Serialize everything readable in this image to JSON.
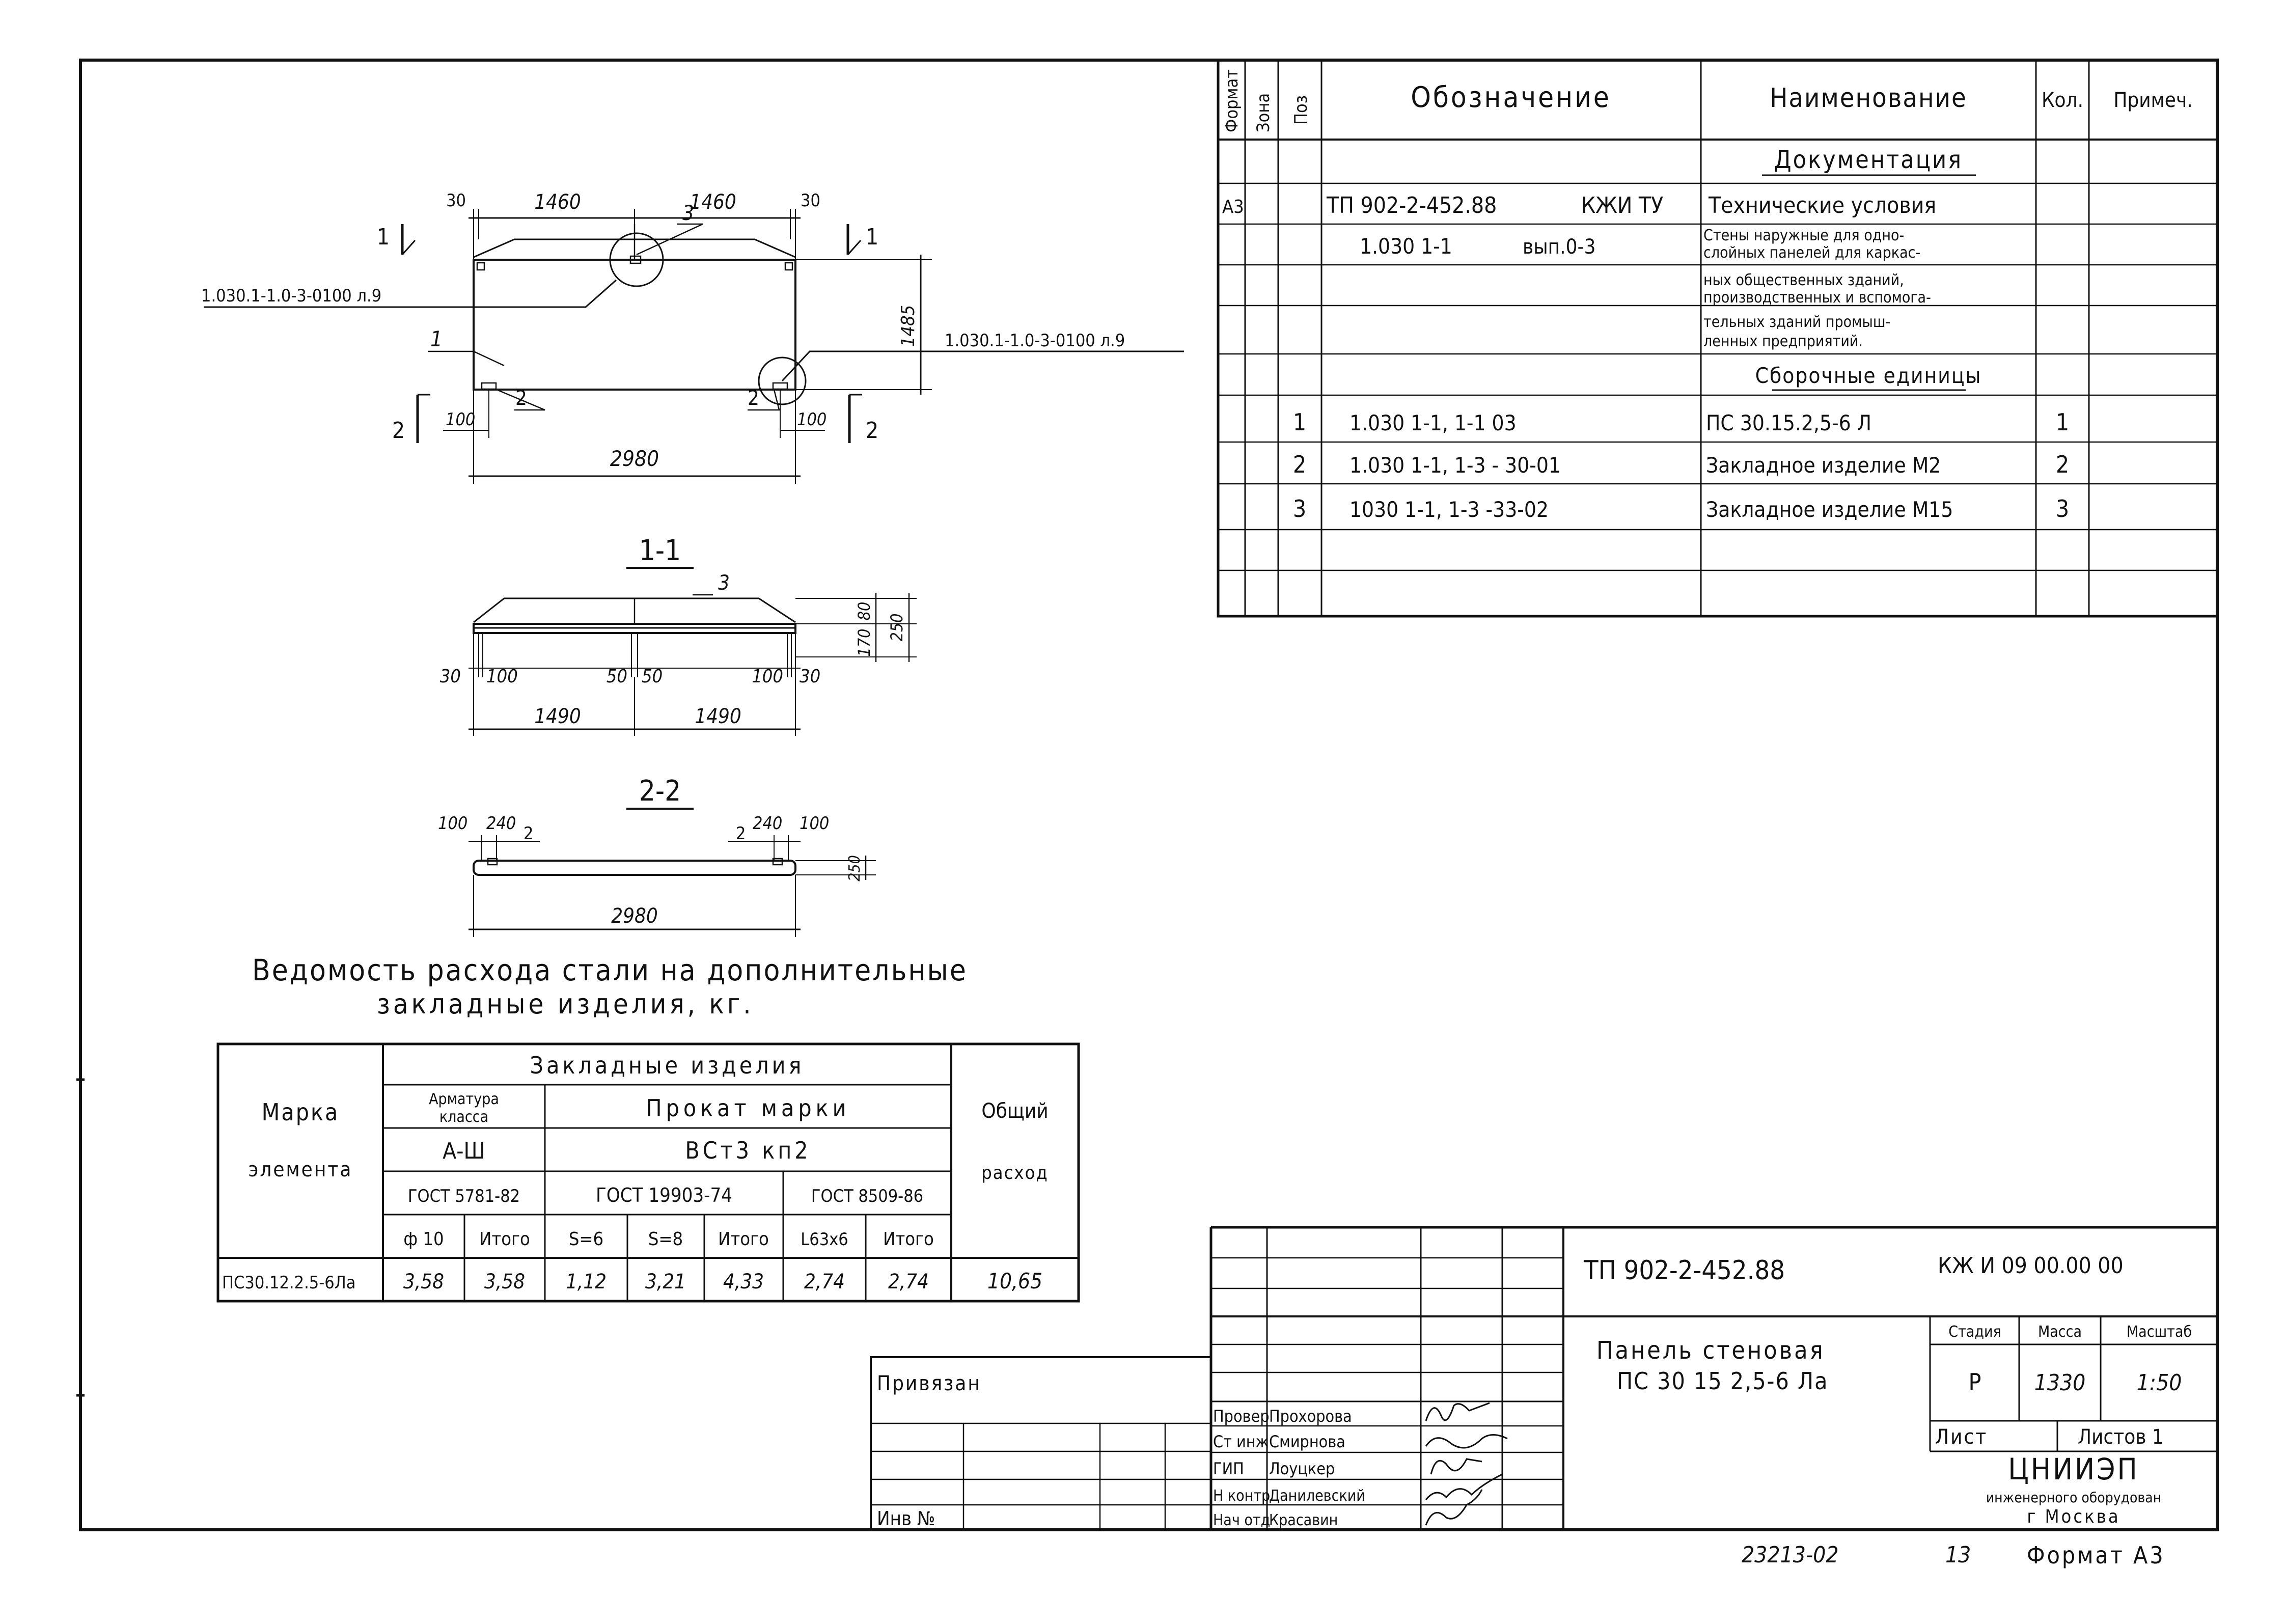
{
  "spec_table": {
    "headers": {
      "format": "Формат",
      "zone": "Зона",
      "pos": "Поз",
      "designation": "Обозначение",
      "name": "Наименование",
      "qty": "Кол.",
      "note": "Примеч."
    },
    "section_docs": "Документация",
    "doc_row": {
      "format": "А3",
      "designation": "ТП 902-2-452.88",
      "code": "КЖИ ТУ",
      "name": "Технические условия"
    },
    "doc_row2": {
      "designation": "1.030 1-1",
      "issue": "вып.0-3",
      "name_lines": [
        "Стены наружные для одно-",
        "слойных панелей для каркас-",
        "ных общественных зданий,",
        "производственных и вспомога-",
        "тельных зданий промыш-",
        "ленных предприятий."
      ]
    },
    "section_units": "Сборочные единицы",
    "items": [
      {
        "pos": "1",
        "designation": "1.030 1-1, 1-1    03",
        "name": "ПС 30.15.2,5-6 Л",
        "qty": "1"
      },
      {
        "pos": "2",
        "designation": "1.030 1-1, 1-3 - 30-01",
        "name": "Закладное изделие М2",
        "qty": "2"
      },
      {
        "pos": "3",
        "designation": "1030 1-1, 1-3 -33-02",
        "name": "Закладное изделие М15",
        "qty": "3"
      }
    ]
  },
  "drawing": {
    "plan": {
      "dims": {
        "edge_left": "30",
        "half_left": "1460",
        "half_right": "1460",
        "edge_right": "30",
        "height": "1485",
        "total": "2980",
        "inset_left": "100",
        "inset_right": "100"
      },
      "callouts": {
        "leader_left": "1.030.1-1.0-3-0100 л.9",
        "leader_right": "1.030.1-1.0-3-0100 л.9",
        "pos1": "1",
        "pos2_left": "2",
        "pos2_right": "2",
        "pos3": "3"
      },
      "section_marks": {
        "cut1_left": "1",
        "cut1_right": "1",
        "cut2_left": "2",
        "cut2_right": "2"
      }
    },
    "section_1_1": {
      "title": "1-1",
      "callout": "3",
      "dims": {
        "edge_left": "30",
        "inset_left": "100",
        "mid_left": "50",
        "mid_right": "50",
        "inset_right": "100",
        "edge_right": "30",
        "half_left": "1490",
        "half_right": "1490",
        "top_part": "80",
        "bottom_part": "170",
        "thickness": "250"
      }
    },
    "section_2_2": {
      "title": "2-2",
      "dims": {
        "left_a": "100",
        "left_b": "240",
        "left_pos": "2",
        "right_pos": "2",
        "right_b": "240",
        "right_a": "100",
        "thickness": "250",
        "total": "2980"
      }
    }
  },
  "steel_table": {
    "caption_line1": "Ведомость расхода стали на дополнительные",
    "caption_line2": "закладные изделия, кг.",
    "mark_header_1": "Марка",
    "mark_header_2": "элемента",
    "group_header": "Закладные изделия",
    "rebar_class_1": "Арматура",
    "rebar_class_2": "класса",
    "rolled_header": "Прокат марки",
    "rebar_grade": "А-Ш",
    "rolled_grade": "ВСт3 кп2",
    "gost_1": "ГОСТ 5781-82",
    "gost_2": "ГОСТ 19903-74",
    "gost_3": "ГОСТ 8509-86",
    "sub_headers": [
      "ф 10",
      "Итого",
      "S=6",
      "S=8",
      "Итого",
      "L63х6",
      "Итого"
    ],
    "total_header_1": "Общий",
    "total_header_2": "расход",
    "row": {
      "mark": "ПС30.12.2.5-6Лa",
      "values": [
        "3,58",
        "3,58",
        "1,12",
        "3,21",
        "4,33",
        "2,74",
        "2,74"
      ],
      "total": "10,65"
    }
  },
  "title_block": {
    "project": "ТП 902-2-452.88",
    "code": "КЖ И 09 00.00 00",
    "title_line1": "Панель стеновая",
    "title_line2": "ПС 30 15 2,5-6 Лa",
    "stage_label": "Стадия",
    "mass_label": "Масса",
    "scale_label": "Масштаб",
    "stage": "Р",
    "mass": "1330",
    "scale": "1:50",
    "sheet_label": "Лист",
    "sheets_label": "Листов 1",
    "org_1": "ЦНИИЭП",
    "org_2": "инженерного оборудован",
    "org_3": "г Москва",
    "bound_label": "Привязан",
    "inv_label": "Инв №",
    "signatures": [
      {
        "role": "Провер",
        "name": "Прохорова"
      },
      {
        "role": "Ст инж",
        "name": "Смирнова"
      },
      {
        "role": "ГИП",
        "name": "Лоуцкер"
      },
      {
        "role": "Н контр",
        "name": "Данилевский"
      },
      {
        "role": "Нач отд",
        "name": "Красавин"
      }
    ]
  },
  "footer": {
    "inv_number": "23213-02",
    "sheet_no": "13",
    "format": "Формат А3"
  }
}
